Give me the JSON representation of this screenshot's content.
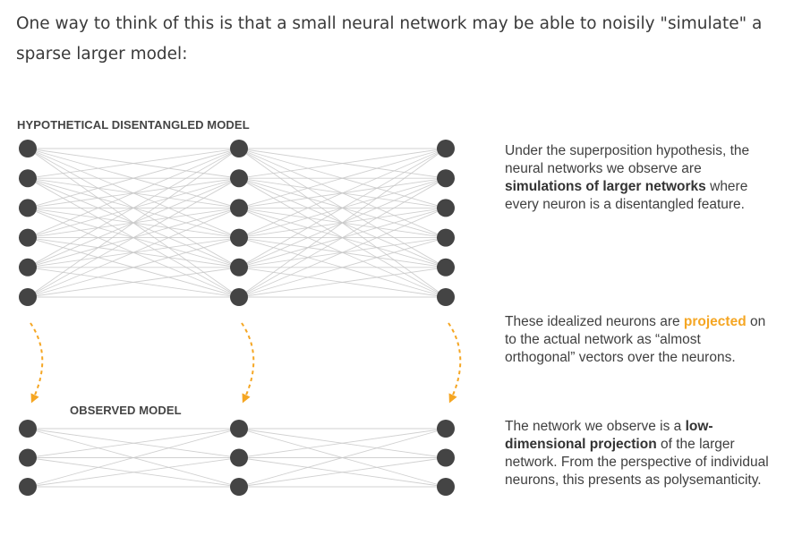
{
  "intro_text": "One way to think of this is that a small neural network may be able to noisily \"simulate\" a sparse larger model:",
  "disentangled_title": "HYPOTHETICAL DISENTANGLED MODEL",
  "observed_title": "OBSERVED MODEL",
  "captions": {
    "superposition": {
      "before": "Under the superposition hypothesis, the neural networks we observe are ",
      "bold": "simulations of larger networks",
      "after": " where every neuron is a disentangled feature."
    },
    "projection": {
      "before": "These idealized neurons are ",
      "accent": "projected",
      "after": " on to the actual network as “almost orthogonal” vectors over the neurons."
    },
    "polysemanticity": {
      "before": "The network we observe is a ",
      "bold": "low-dimensional projection",
      "after": " of the larger network. From the perspective of individual neurons, this presents as polysemanticity."
    }
  },
  "colors": {
    "node": "#444444",
    "edge": "#c8c8c8",
    "accent": "#f5a623",
    "text": "#404040"
  },
  "network": {
    "layers": 3,
    "disentangled_neurons_per_layer": 6,
    "observed_neurons_per_layer": 3,
    "fully_connected": true
  },
  "projection_arrows": {
    "count": 3,
    "style": "dashed",
    "direction": "down"
  }
}
